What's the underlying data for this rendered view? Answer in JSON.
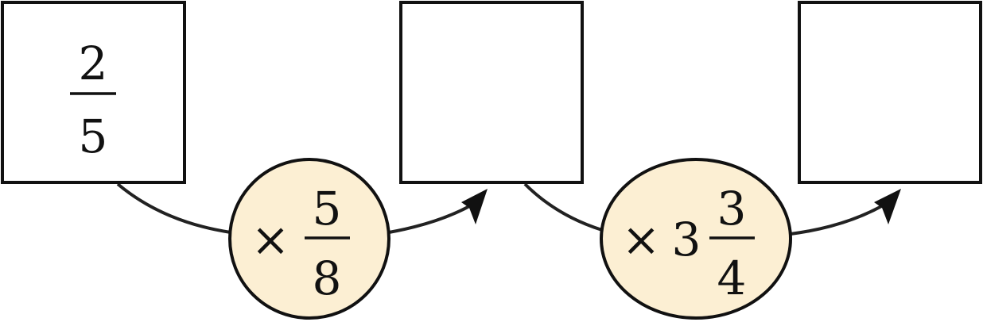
{
  "boxes": [
    {
      "numerator": "2",
      "denominator": "5"
    },
    {
      "value": ""
    },
    {
      "value": ""
    }
  ],
  "operations": [
    {
      "symbol": "×",
      "whole": "",
      "numerator": "5",
      "denominator": "8"
    },
    {
      "symbol": "×",
      "whole": "3",
      "numerator": "3",
      "denominator": "4"
    }
  ],
  "colors": {
    "operation_fill": "#fcefd3",
    "stroke": "#111111"
  }
}
